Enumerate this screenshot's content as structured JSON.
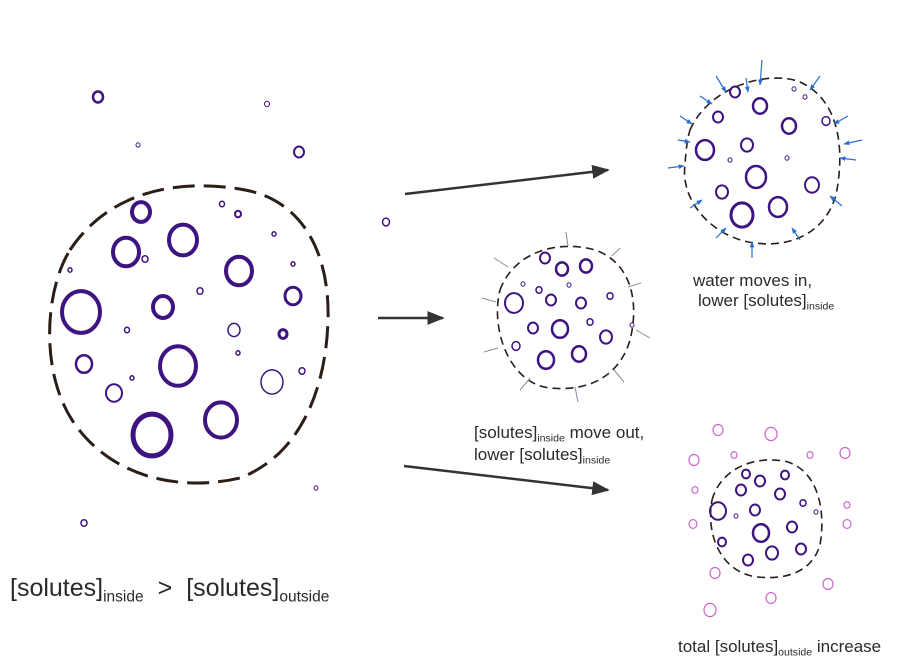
{
  "colors": {
    "solute": "#3d1480",
    "membrane": "#2b1d17",
    "arrow": "#333333",
    "water": "#2a6fcf",
    "outside_solute": "#cc66cc"
  },
  "main": {
    "solutes": "[solutes]",
    "inside": "inside",
    "gt": ">",
    "outside": "outside"
  },
  "middle": {
    "line1_a": "[solutes]",
    "line1_sub": "inside",
    "line1_b": " move out,",
    "line2_a": "lower [solutes]",
    "line2_sub": "inside"
  },
  "top_right": {
    "line1": "water moves in,",
    "line2_a": "lower [solutes]",
    "line2_sub": "inside"
  },
  "bottom_right": {
    "text_a": "total [solutes]",
    "text_sub": "outside",
    "text_b": " increase"
  }
}
